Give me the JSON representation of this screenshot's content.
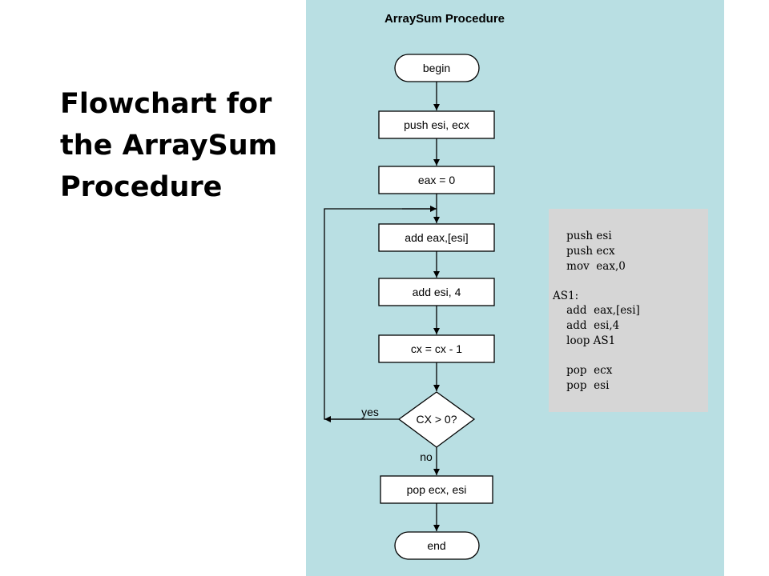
{
  "slide": {
    "title_lines": [
      "Flowchart for",
      "the ArraySum",
      "Procedure"
    ]
  },
  "diagram": {
    "title": "ArraySum Procedure",
    "nodes": {
      "begin": "begin",
      "push": "push esi, ecx",
      "init": "eax = 0",
      "add_eax": "add eax,[esi]",
      "add_esi": "add esi, 4",
      "dec": "cx = cx - 1",
      "decision": "CX > 0?",
      "pop": "pop ecx, esi",
      "end": "end"
    },
    "labels": {
      "yes": "yes",
      "no": "no"
    },
    "colors": {
      "panel": "#b9dfe3",
      "box": "#ffffff",
      "stroke": "#000000",
      "code_bg": "#d6d6d6"
    }
  },
  "code": {
    "lines": [
      "    push esi",
      "    push ecx",
      "    mov  eax,0",
      "",
      "AS1:",
      "    add  eax,[esi]",
      "    add  esi,4",
      "    loop AS1",
      "",
      "    pop  ecx",
      "    pop  esi"
    ]
  }
}
